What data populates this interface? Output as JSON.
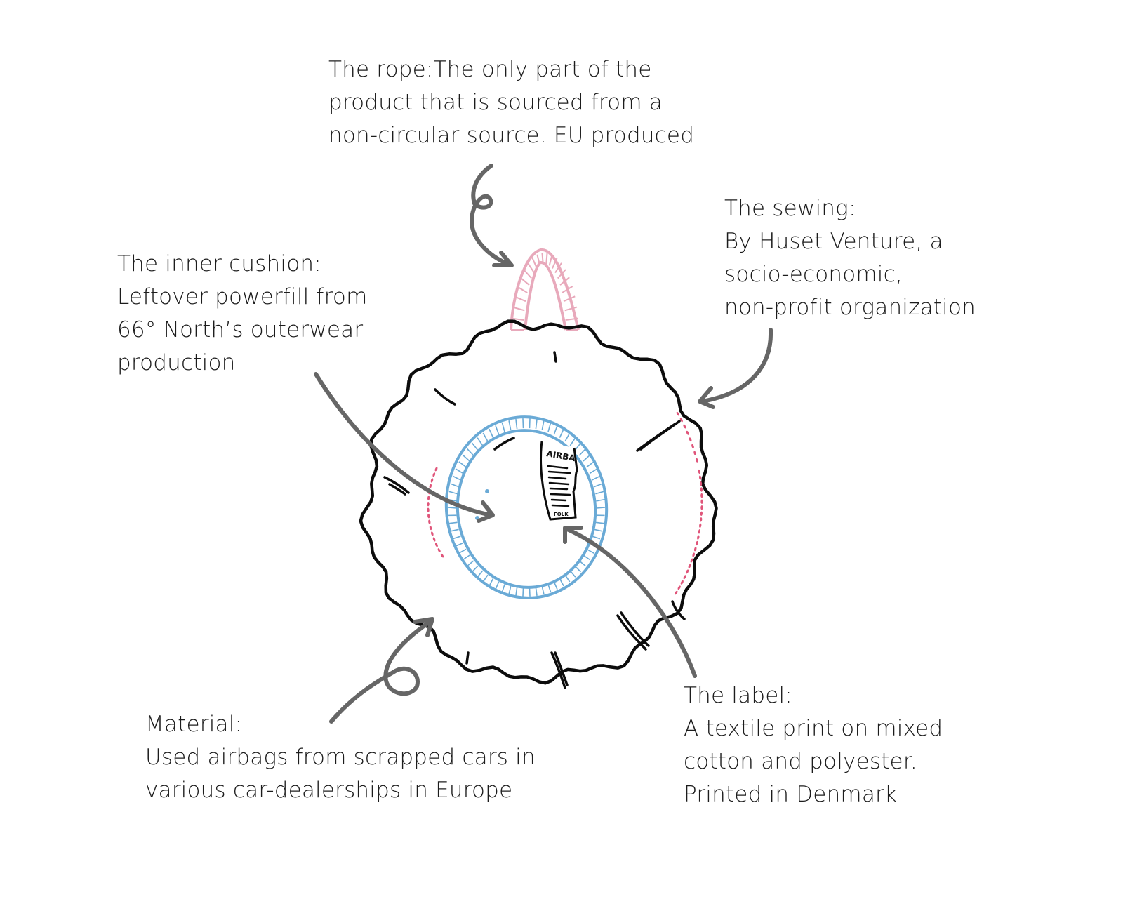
{
  "diagram": {
    "subject": "Airbag cushion illustration",
    "colors": {
      "outline": "#0c0c0c",
      "arrow": "#666666",
      "rope": "#e8a9bb",
      "stitching": "#e0557a",
      "inner_cushion": "#6aaad6",
      "text": "#1c1c1c"
    },
    "tag": {
      "brand": "AIRBA",
      "footer": "FOLK"
    },
    "annotations": {
      "rope": {
        "lines": [
          "The rope:The only part of the",
          "product that is sourced from a",
          "non-circular source. EU produced"
        ]
      },
      "sewing": {
        "lines": [
          "The sewing:",
          "By Huset Venture, a",
          "socio-economic,",
          "non-profit organization"
        ]
      },
      "inner_cushion": {
        "lines": [
          "The inner cushion:",
          "Leftover powerfill from",
          "66° North’s outerwear",
          "production"
        ]
      },
      "material": {
        "lines": [
          "Material:",
          "Used airbags from scrapped cars in",
          "various car-dealerships in Europe"
        ]
      },
      "label": {
        "lines": [
          "The label:",
          "A textile print on mixed",
          "cotton and polyester.",
          "Printed in Denmark"
        ]
      }
    }
  }
}
